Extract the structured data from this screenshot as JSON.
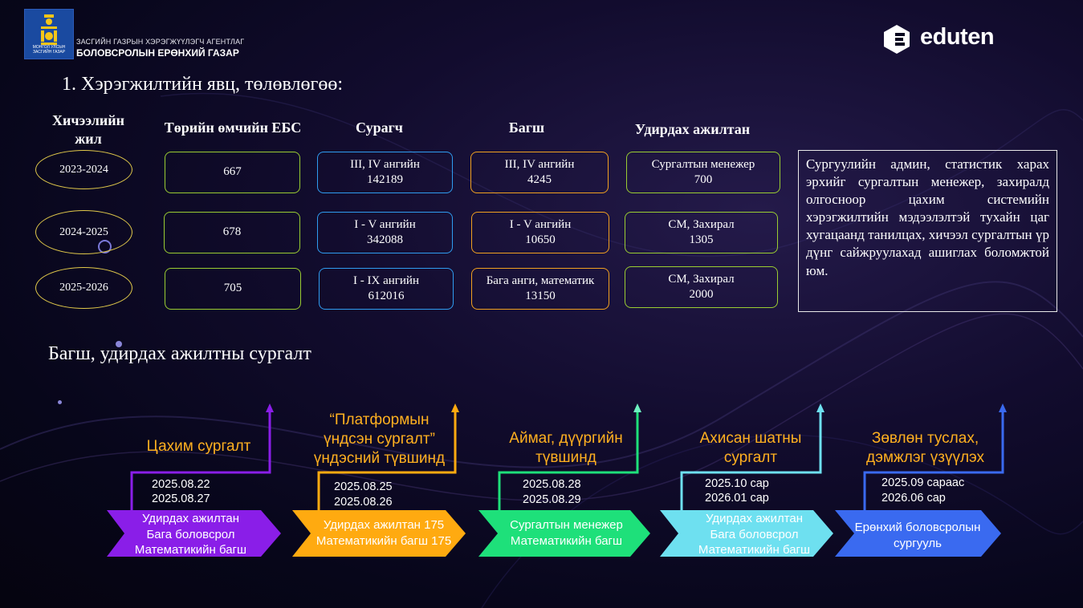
{
  "header": {
    "agency_small": "ЗАСГИЙН ГАЗРЫН ХЭРЭГЖҮҮЛЭГЧ АГЕНТЛАГ",
    "agency_big": "БОЛОВСРОЛЫН ЕРӨНХИЙ ГАЗАР",
    "logo_text_1": "МОНГОЛ УЛСЫН",
    "logo_text_2": "ЗАСГИЙН ГАЗАР",
    "brand": "eduten"
  },
  "section1": {
    "title": "1. Хэрэгжилтийн явц, төлөвлөгөө:",
    "headers": {
      "year": "Хичээлийн жил",
      "schools": "Төрийн өмчийн ЕБС",
      "students": "Сурагч",
      "teachers": "Багш",
      "admins": "Удирдах ажилтан"
    },
    "rows": [
      {
        "year": "2023-2024",
        "schools": "667",
        "students_1": "III, IV ангийн",
        "students_2": "142189",
        "teachers_1": "III, IV ангийн",
        "teachers_2": "4245",
        "admins_1": "Сургалтын менежер",
        "admins_2": "700"
      },
      {
        "year": "2024-2025",
        "schools": "678",
        "students_1": "I - V ангийн",
        "students_2": "342088",
        "teachers_1": "I - V ангийн",
        "teachers_2": "10650",
        "admins_1": "СМ, Захирал",
        "admins_2": "1305"
      },
      {
        "year": "2025-2026",
        "schools": "705",
        "students_1": "I - IX ангийн",
        "students_2": "612016",
        "teachers_1": "Бага анги, математик",
        "teachers_2": "13150",
        "admins_1": "СМ, Захирал",
        "admins_2": "2000"
      }
    ],
    "note": "Сургуулийн админ, статистик харах эрхийг сургалтын менежер, захиралд олгосноор цахим системийн хэрэгжилтийн мэдээлэлтэй тухайн цаг хугацаанд танилцах, хичээл сургалтын үр дүнг сайжруулахад ашиглах боломжтой юм."
  },
  "section2": {
    "title": "Багш, удирдах ажилтны сургалт",
    "steps": [
      {
        "title": "Цахим сургалт",
        "date_1": "2025.08.22",
        "date_2": "2025.08.27",
        "chev_1": "Удирдах ажилтан",
        "chev_2": "Бага боловсрол",
        "chev_3": "Математикийн багш",
        "color": "#8a1ee8",
        "title_color": "#ffb020"
      },
      {
        "title": "“Платформын үндсэн сургалт” үндэсний түвшинд",
        "date_1": "2025.08.25",
        "date_2": "2025.08.26",
        "chev_1": "Удирдах ажилтан 175",
        "chev_2": "Математикийн багш 175",
        "chev_3": "",
        "color": "#ffaa10",
        "title_color": "#ffb020"
      },
      {
        "title": "Аймаг, дүүргийн түвшинд",
        "date_1": "2025.08.28",
        "date_2": "2025.08.29",
        "chev_1": "Сургалтын менежер",
        "chev_2": "Математикийн багш",
        "chev_3": "",
        "color": "#1ee07a",
        "title_color": "#ffb020"
      },
      {
        "title": "Ахисан шатны сургалт",
        "date_1": "2025.10 сар",
        "date_2": "2026.01 сар",
        "chev_1": "Удирдах ажилтан",
        "chev_2": "Бага боловсрол",
        "chev_3": "Математикийн багш",
        "color": "#6ee0f0",
        "title_color": "#ffb020"
      },
      {
        "title": "Зөвлөн туслах, дэмжлэг үзүүлэх",
        "date_1": "2025.09 сараас",
        "date_2": "2026.06 сар",
        "chev_1": "Ерөнхий боловсролын",
        "chev_2": "сургууль",
        "chev_3": "",
        "color": "#3a6af0",
        "title_color": "#ffb020"
      }
    ]
  }
}
